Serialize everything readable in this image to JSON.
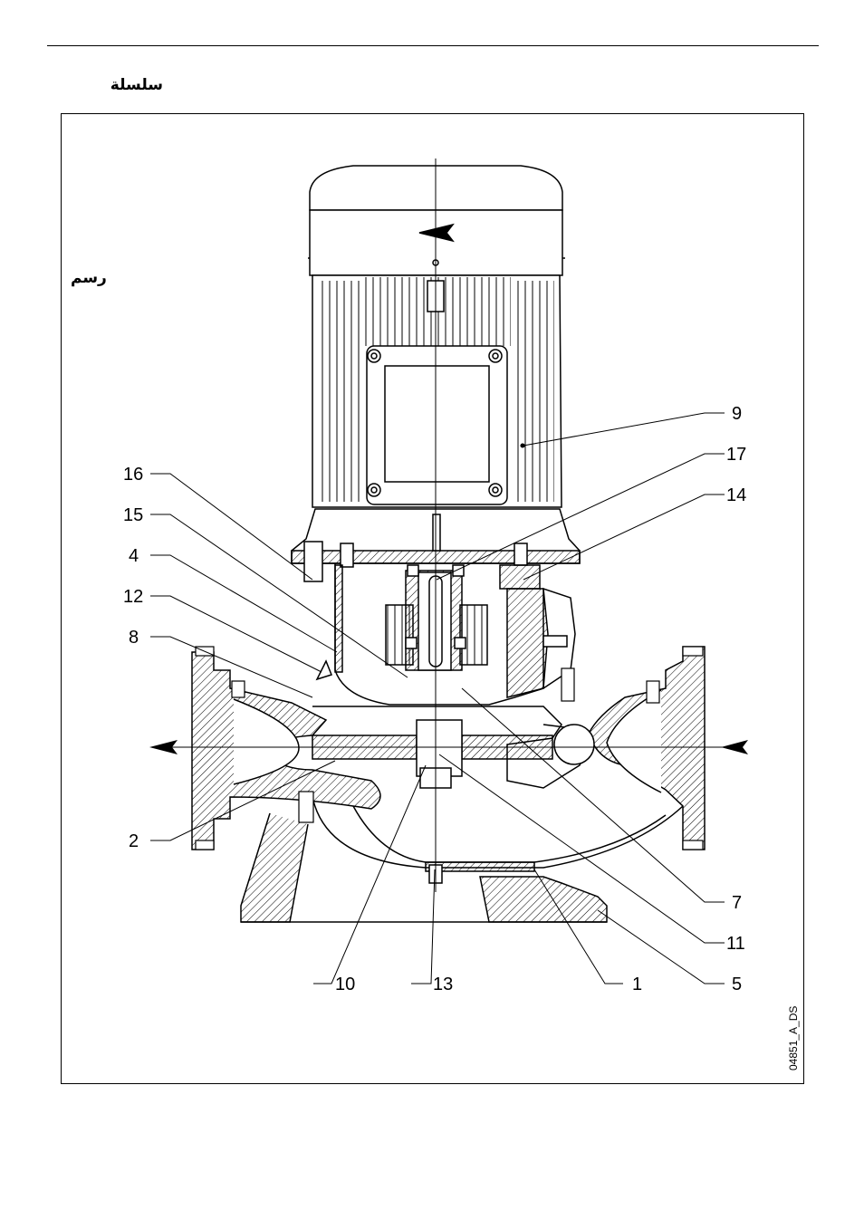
{
  "header": {
    "series_label": "سلسلة"
  },
  "figure": {
    "label": "رسم",
    "drawing_code": "04851_A_DS",
    "callouts": [
      "9",
      "17",
      "14",
      "16",
      "15",
      "4",
      "12",
      "8",
      "2",
      "7",
      "11",
      "10",
      "13",
      "1",
      "5"
    ]
  }
}
